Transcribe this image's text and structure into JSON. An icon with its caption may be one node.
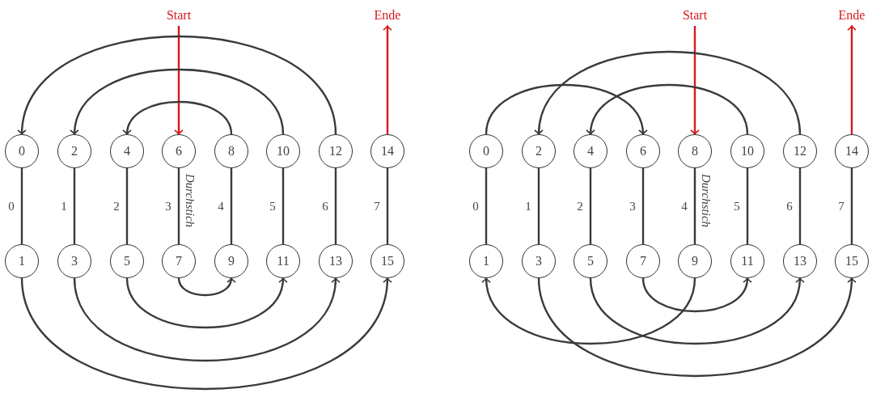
{
  "diagram": {
    "nodes": [
      {
        "text": [
          "Start"
        ]
      },
      {
        "text": [
          "Ende"
        ]
      },
      {
        "text": [
          "0"
        ]
      },
      {
        "text": [
          "2"
        ]
      },
      {
        "text": [
          "4"
        ]
      },
      {
        "text": [
          "6"
        ]
      },
      {
        "text": [
          "8"
        ]
      },
      {
        "text": [
          "10"
        ]
      },
      {
        "text": [
          "12"
        ]
      },
      {
        "text": [
          "14"
        ]
      },
      {
        "text": [
          "1"
        ]
      },
      {
        "text": [
          "3"
        ]
      },
      {
        "text": [
          "5"
        ]
      },
      {
        "text": [
          "7"
        ]
      },
      {
        "text": [
          "9"
        ]
      },
      {
        "text": [
          "11"
        ]
      },
      {
        "text": [
          "13"
        ]
      },
      {
        "text": [
          "15"
        ]
      },
      {
        "text": [
          "Start"
        ]
      },
      {
        "text": [
          "Ende"
        ]
      },
      {
        "text": [
          "0"
        ]
      },
      {
        "text": [
          "2"
        ]
      },
      {
        "text": [
          "4"
        ]
      },
      {
        "text": [
          "6"
        ]
      },
      {
        "text": [
          "8"
        ]
      },
      {
        "text": [
          "10"
        ]
      },
      {
        "text": [
          "12"
        ]
      },
      {
        "text": [
          "14"
        ]
      },
      {
        "text": [
          "1"
        ]
      },
      {
        "text": [
          "3"
        ]
      },
      {
        "text": [
          "5"
        ]
      },
      {
        "text": [
          "7"
        ]
      },
      {
        "text": [
          "9"
        ]
      },
      {
        "text": [
          "11"
        ]
      },
      {
        "text": [
          "13"
        ]
      },
      {
        "text": [
          "15"
        ]
      }
    ],
    "edges": [
      {
        "from": 0,
        "to": 5,
        "arrow": "to",
        "color": "#d7191c"
      },
      {
        "from": 9,
        "to": 1,
        "arrow": "to",
        "color": "#d7191c"
      },
      {
        "from": 2,
        "to": 10,
        "arrow": "none",
        "label": "0"
      },
      {
        "from": 3,
        "to": 11,
        "arrow": "none",
        "label": "1"
      },
      {
        "from": 4,
        "to": 12,
        "arrow": "none",
        "label": "2"
      },
      {
        "from": 5,
        "to": 13,
        "arrow": "none",
        "label": "3"
      },
      {
        "from": 6,
        "to": 14,
        "arrow": "none",
        "label": "4"
      },
      {
        "from": 7,
        "to": 15,
        "arrow": "none",
        "label": "5"
      },
      {
        "from": 8,
        "to": 16,
        "arrow": "none",
        "label": "6"
      },
      {
        "from": 9,
        "to": 17,
        "arrow": "none",
        "label": "7"
      },
      {
        "from": 6,
        "to": 4,
        "arrow": "to"
      },
      {
        "from": 7,
        "to": 3,
        "arrow": "to"
      },
      {
        "from": 8,
        "to": 2,
        "arrow": "to"
      },
      {
        "from": 13,
        "to": 14,
        "arrow": "to"
      },
      {
        "from": 12,
        "to": 15,
        "arrow": "to"
      },
      {
        "from": 11,
        "to": 16,
        "arrow": "to"
      },
      {
        "from": 10,
        "to": 17,
        "arrow": "to"
      },
      {
        "from": 18,
        "to": 24,
        "arrow": "to",
        "color": "#d7191c"
      },
      {
        "from": 27,
        "to": 19,
        "arrow": "to",
        "color": "#d7191c"
      },
      {
        "from": 20,
        "to": 28,
        "arrow": "none",
        "label": "0"
      },
      {
        "from": 21,
        "to": 29,
        "arrow": "none",
        "label": "1"
      },
      {
        "from": 22,
        "to": 30,
        "arrow": "none",
        "label": "2"
      },
      {
        "from": 23,
        "to": 31,
        "arrow": "none",
        "label": "3"
      },
      {
        "from": 24,
        "to": 32,
        "arrow": "none",
        "label": "4"
      },
      {
        "from": 25,
        "to": 33,
        "arrow": "none",
        "label": "5"
      },
      {
        "from": 26,
        "to": 34,
        "arrow": "none",
        "label": "6"
      },
      {
        "from": 27,
        "to": 35,
        "arrow": "none",
        "label": "7"
      },
      {
        "from": 20,
        "to": 23,
        "arrow": "to"
      },
      {
        "from": 25,
        "to": 22,
        "arrow": "to"
      },
      {
        "from": 26,
        "to": 21,
        "arrow": "to"
      },
      {
        "from": 32,
        "to": 28,
        "arrow": "to"
      },
      {
        "from": 31,
        "to": 33,
        "arrow": "to"
      },
      {
        "from": 30,
        "to": 34,
        "arrow": "to"
      },
      {
        "from": 29,
        "to": 35,
        "arrow": "to"
      }
    ],
    "labels": [
      "Durchstich",
      "Durchstich"
    ]
  }
}
